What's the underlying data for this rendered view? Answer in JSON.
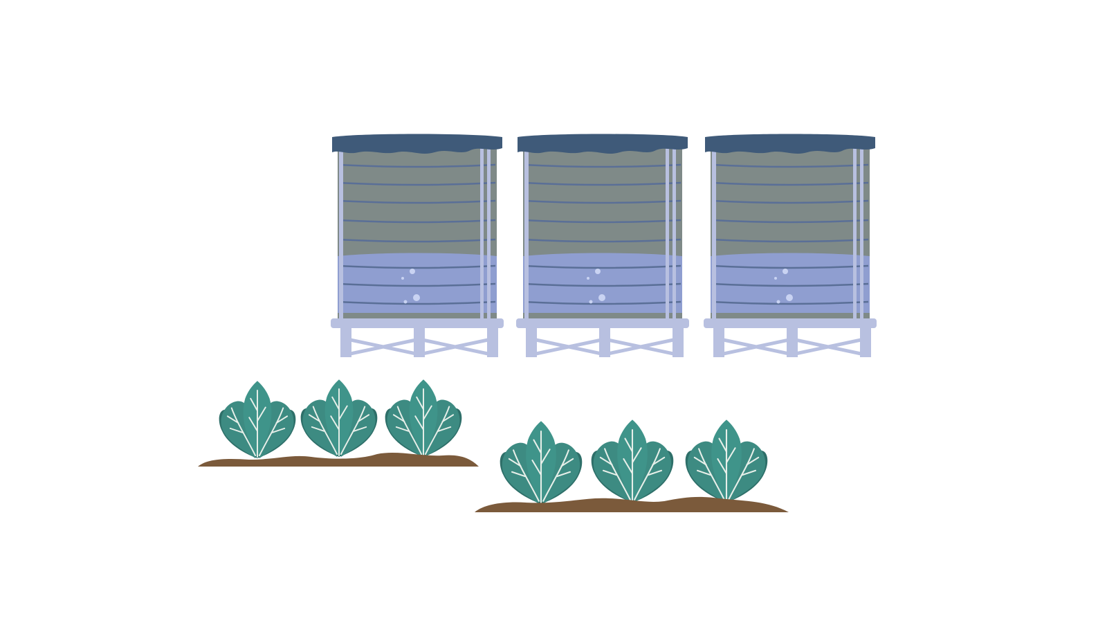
{
  "scene": {
    "background": "#ffffff",
    "tanks": [
      {
        "name": "water-tank-1",
        "water_level": 0.38
      },
      {
        "name": "water-tank-2",
        "water_level": 0.38
      },
      {
        "name": "water-tank-3",
        "water_level": 0.38
      }
    ],
    "bed_rows": [
      {
        "name": "garden-bed-back",
        "plant_count": 3
      },
      {
        "name": "garden-bed-front",
        "plant_count": 3
      }
    ],
    "colors": {
      "lid": "#3f5a79",
      "tank_body": "#7f8a88",
      "tank_water": "#8f9ed0",
      "tank_frame": "#b8c0e0",
      "hoop": "#5a6f97",
      "leaf": "#3d8b82",
      "leaf_dark": "#2e6f69",
      "vein": "#e7efe9",
      "soil": "#7b5a3b"
    },
    "icons": [
      "water-tank-icon",
      "spinach-plant-icon",
      "soil-mound-icon"
    ]
  }
}
